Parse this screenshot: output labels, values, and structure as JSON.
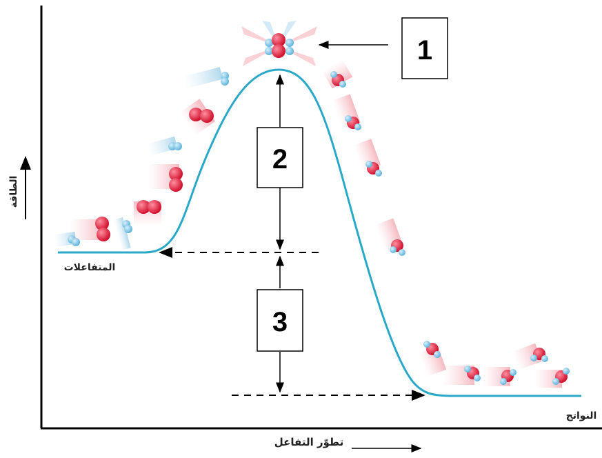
{
  "axes": {
    "y_label": "الطاقة",
    "x_label": "تطوّر التفاعل"
  },
  "labels": {
    "reactants": "المتفاعلات",
    "products": "النواتج"
  },
  "boxes": {
    "box1": "1",
    "box2": "2",
    "box3": "3"
  },
  "colors": {
    "curve": "#2aa8c8",
    "axis": "#000000",
    "atom_red": "#e8203a",
    "atom_blue": "#7ec8e8"
  }
}
